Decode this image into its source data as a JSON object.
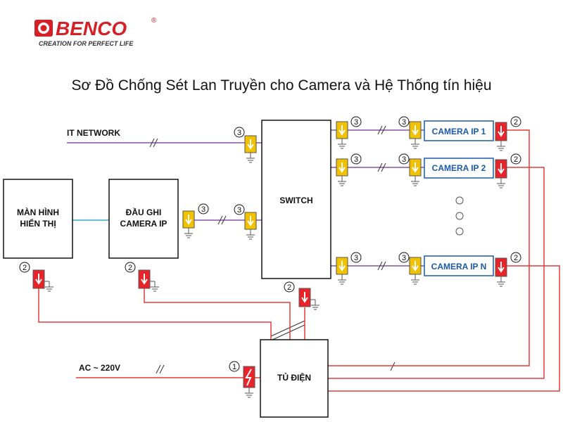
{
  "brand": {
    "name": "BENCO",
    "registered": "®",
    "tagline": "CREATION FOR PERFECT LIFE",
    "color": "#d62027"
  },
  "title": "Sơ Đồ Chống Sét Lan Truyền cho Camera và Hệ Thống tín hiệu",
  "labels": {
    "it_network": "IT NETWORK",
    "monitor_line1": "MÀN HÌNH",
    "monitor_line2": "HIỂN THỊ",
    "nvr_line1": "ĐẦU GHI",
    "nvr_line2": "CAMERA IP",
    "switch": "SWITCH",
    "camera1": "CAMERA IP 1",
    "camera2": "CAMERA IP 2",
    "cameraN": "CAMERA IP N",
    "power_cabinet": "TỦ ĐIỆN",
    "ac_supply": "AC ~ 220V"
  },
  "markers": {
    "power_spd": "1",
    "power_line_spd": "2",
    "signal_spd": "3"
  },
  "colors": {
    "signal_line": "#8b4fa8",
    "power_line": "#e53a3a",
    "video_link": "#3aa7c9",
    "signal_spd": "#f2c200",
    "power_spd": "#e8242a",
    "camera_border": "#1a5aa8"
  }
}
